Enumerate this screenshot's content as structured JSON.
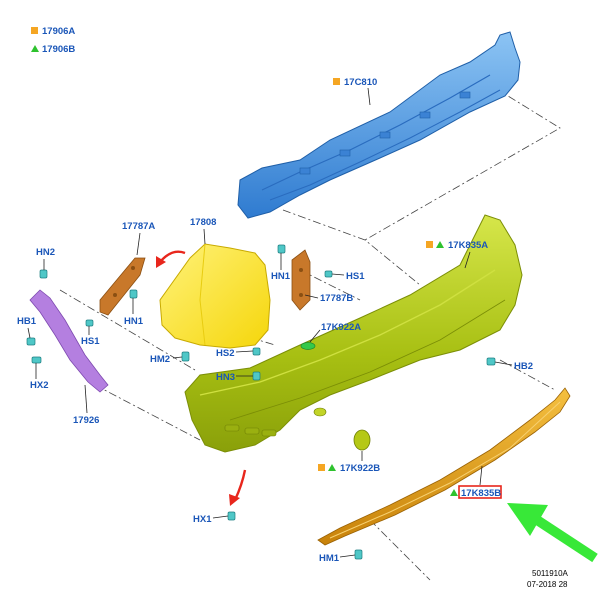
{
  "legend": [
    {
      "marker": "square",
      "color": "#f5a623",
      "code": "17906A"
    },
    {
      "marker": "triangle",
      "color": "#2ec22e",
      "code": "17906B"
    }
  ],
  "labels": {
    "absorber": "17C810",
    "cover": "17K835A",
    "bracket_left": "17787A",
    "extension": "17808",
    "bracket_right": "17787B",
    "hn2": "HN2",
    "hb1": "HB1",
    "hx2": "HX2",
    "hn1_left": "HN1",
    "hs1_left": "HS1",
    "hn1_right": "HN1",
    "hs1_right": "HS1",
    "hm2": "HM2",
    "hs2": "HS2",
    "hn3": "HN3",
    "plug_top": "17K922A",
    "plug_bottom": "17K922B",
    "hb2": "HB2",
    "reinforcement": "17926",
    "hx1": "HX1",
    "hm1": "HM1",
    "lower_trim": "17K835B"
  },
  "footer": {
    "drawing_number": "5011910A",
    "date_code": "07-2018 28"
  },
  "colors": {
    "label_blue": "#1a56b8",
    "absorber_blue": "#4a90d9",
    "bumper_green": "#b5c816",
    "extension_yellow": "#ffe62e",
    "trim_orange": "#e0a010",
    "bracket_brown": "#c8782a",
    "reinforcement_purple": "#b47fe0",
    "clip_cyan": "#4fc7c7",
    "arrow_red": "#e8261c",
    "pointer_green": "#38e838",
    "highlight_red": "#e8261c"
  }
}
